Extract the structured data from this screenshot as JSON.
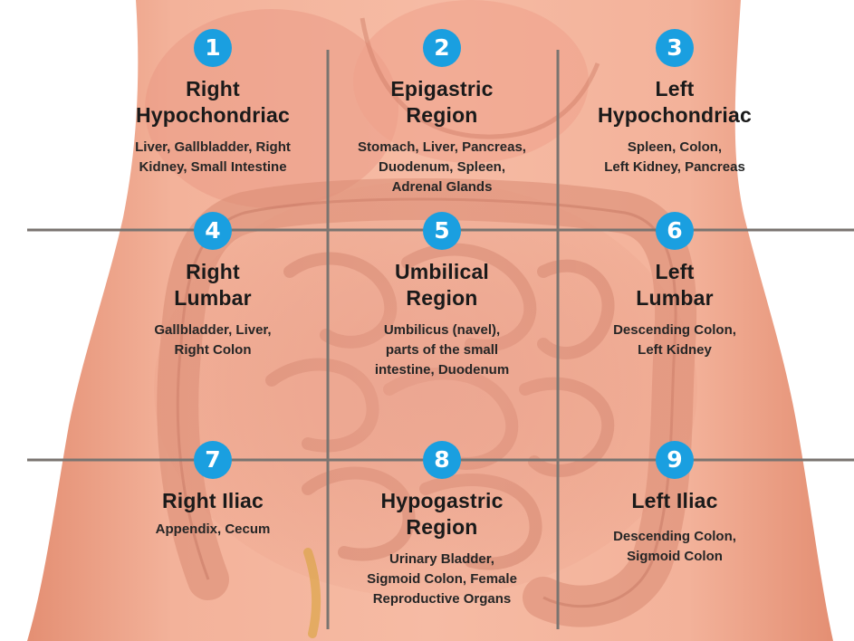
{
  "regions": [
    {
      "number": "1",
      "name_line1": "Right",
      "name_line2": "Hypochondriac",
      "organs_line1": "Liver, Gallbladder, Right",
      "organs_line2": "Kidney, Small Intestine",
      "organs_line3": ""
    },
    {
      "number": "2",
      "name_line1": "Epigastric",
      "name_line2": "Region",
      "organs_line1": "Stomach, Liver, Pancreas,",
      "organs_line2": "Duodenum, Spleen,",
      "organs_line3": "Adrenal Glands"
    },
    {
      "number": "3",
      "name_line1": "Left",
      "name_line2": "Hypochondriac",
      "organs_line1": "Spleen, Colon,",
      "organs_line2": "Left Kidney, Pancreas",
      "organs_line3": ""
    },
    {
      "number": "4",
      "name_line1": "Right",
      "name_line2": "Lumbar",
      "organs_line1": "Gallbladder, Liver,",
      "organs_line2": "Right Colon",
      "organs_line3": ""
    },
    {
      "number": "5",
      "name_line1": "Umbilical",
      "name_line2": "Region",
      "organs_line1": "Umbilicus (navel),",
      "organs_line2": "parts of the small",
      "organs_line3": "intestine, Duodenum"
    },
    {
      "number": "6",
      "name_line1": "Left",
      "name_line2": "Lumbar",
      "organs_line1": "Descending Colon,",
      "organs_line2": "Left Kidney",
      "organs_line3": ""
    },
    {
      "number": "7",
      "name_line1": "Right Iliac",
      "name_line2": "",
      "organs_line1": "Appendix, Cecum",
      "organs_line2": "",
      "organs_line3": ""
    },
    {
      "number": "8",
      "name_line1": "Hypogastric",
      "name_line2": "Region",
      "organs_line1": "Urinary Bladder,",
      "organs_line2": "Sigmoid Colon, Female",
      "organs_line3": "Reproductive Organs"
    },
    {
      "number": "9",
      "name_line1": "Left Iliac",
      "name_line2": "",
      "organs_line1": "Descending Colon,",
      "organs_line2": "Sigmoid Colon",
      "organs_line3": ""
    }
  ],
  "colors": {
    "badge": "#1a9fe0",
    "skin": "#f0a688",
    "grid_line": "#7a7470",
    "text": "#1a1a1a"
  },
  "icons": [
    "abdomen-illustration",
    "number-badge"
  ]
}
